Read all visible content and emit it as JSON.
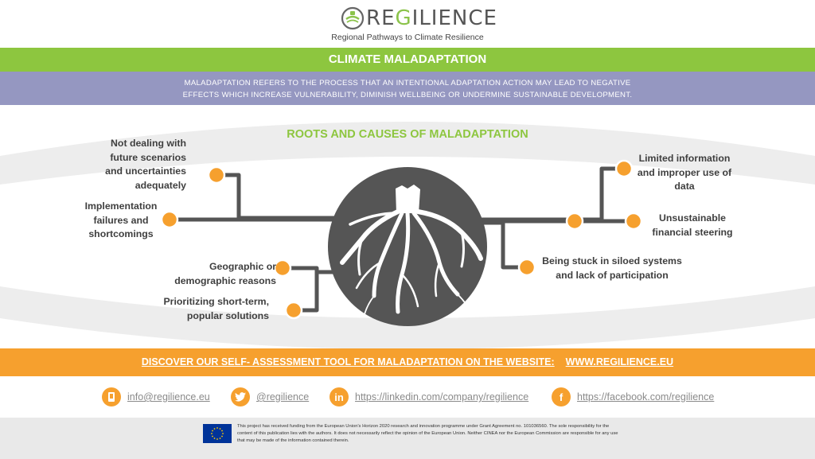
{
  "header": {
    "logo_prefix": "RE",
    "logo_accent": "G",
    "logo_suffix": "ILIENCE",
    "tagline": "Regional Pathways to Climate Resilience"
  },
  "banner": {
    "title": "CLIMATE MALADAPTATION"
  },
  "definition": {
    "line1": "MALADAPTATION REFERS TO THE PROCESS THAT AN INTENTIONAL ADAPTATION ACTION MAY LEAD TO NEGATIVE",
    "line2": "EFFECTS WHICH INCREASE VULNERABILITY, DIMINISH WELLBEING OR UNDERMINE SUSTAINABLE DEVELOPMENT."
  },
  "diagram": {
    "title": "ROOTS AND CAUSES OF MALADAPTATION",
    "causes": {
      "future": [
        "Not dealing with",
        "future scenarios",
        "and uncertainties",
        "adequately"
      ],
      "implementation": [
        "Implementation",
        "failures and",
        "shortcomings"
      ],
      "geographic": [
        "Geographic or",
        "demographic reasons"
      ],
      "shortterm": [
        "Prioritizing  short-term,",
        "popular solutions"
      ],
      "information": [
        "Limited information",
        "and improper use of",
        "data"
      ],
      "financial": [
        "Unsustainable",
        "financial steering"
      ],
      "siloed": [
        "Being stuck in siloed systems",
        "and lack of participation"
      ]
    }
  },
  "cta": {
    "text": "DISCOVER OUR SELF- ASSESSMENT TOOL FOR MALADAPTATION ON THE WEBSITE:",
    "link": "WWW.REGILIENCE.EU"
  },
  "contacts": {
    "email": "info@regilience.eu",
    "twitter": "@regilience",
    "linkedin": "https://linkedin.com/company/regilience",
    "facebook": "https://facebook.com/regilience",
    "linkedin_glyph": "in",
    "facebook_glyph": "f"
  },
  "footer": {
    "disclaimer": "This project has received funding from the European Union's Horizon 2020 research and innovation programme under Grant Agreement no. 101036560. The sole responsibility for the content of this publication lies with the authors. It does not necessarily reflect the opinion of the European Union. Neither CINEA nor the European Commission are responsible for any use that may be made of the information contained therein."
  },
  "colors": {
    "green": "#8dc63f",
    "purple": "#9597c1",
    "orange": "#f6a02e",
    "tree": "#555555",
    "line": "#555555"
  }
}
